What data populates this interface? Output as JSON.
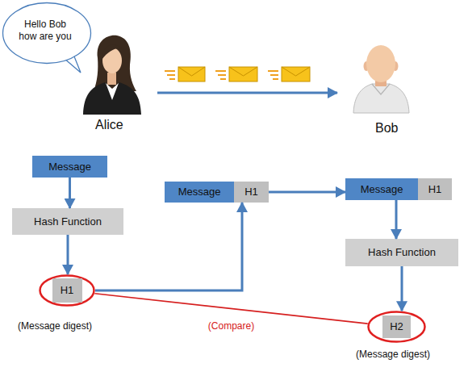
{
  "diagram": {
    "nodes": [
      {
        "text": [
          "Hello Bob how are you"
        ]
      },
      {
        "text": [
          "Message"
        ]
      },
      {
        "text": [
          "Hash Function"
        ]
      },
      {
        "text": [
          "H1"
        ]
      },
      {
        "text": [
          "Message"
        ]
      },
      {
        "text": [
          "H1"
        ]
      },
      {
        "text": [
          "Message"
        ]
      },
      {
        "text": [
          "H1"
        ]
      },
      {
        "text": [
          "Hash Function"
        ]
      },
      {
        "text": [
          "H2"
        ]
      }
    ],
    "edges": [
      {
        "from": 1,
        "to": 2,
        "arrow": "to"
      },
      {
        "from": 2,
        "to": 3,
        "arrow": "to"
      },
      {
        "from": 3,
        "to": 5,
        "arrow": "to"
      },
      {
        "from": 5,
        "to": 6,
        "arrow": "to"
      },
      {
        "from": 6,
        "to": 8,
        "arrow": "to"
      },
      {
        "from": 8,
        "to": 9,
        "arrow": "to"
      },
      {
        "from": 3,
        "to": 9,
        "label": "(Compare)",
        "arrow": "none"
      }
    ],
    "labels": [
      "Alice",
      "Bob",
      "(Message digest)",
      "(Message digest)"
    ]
  }
}
